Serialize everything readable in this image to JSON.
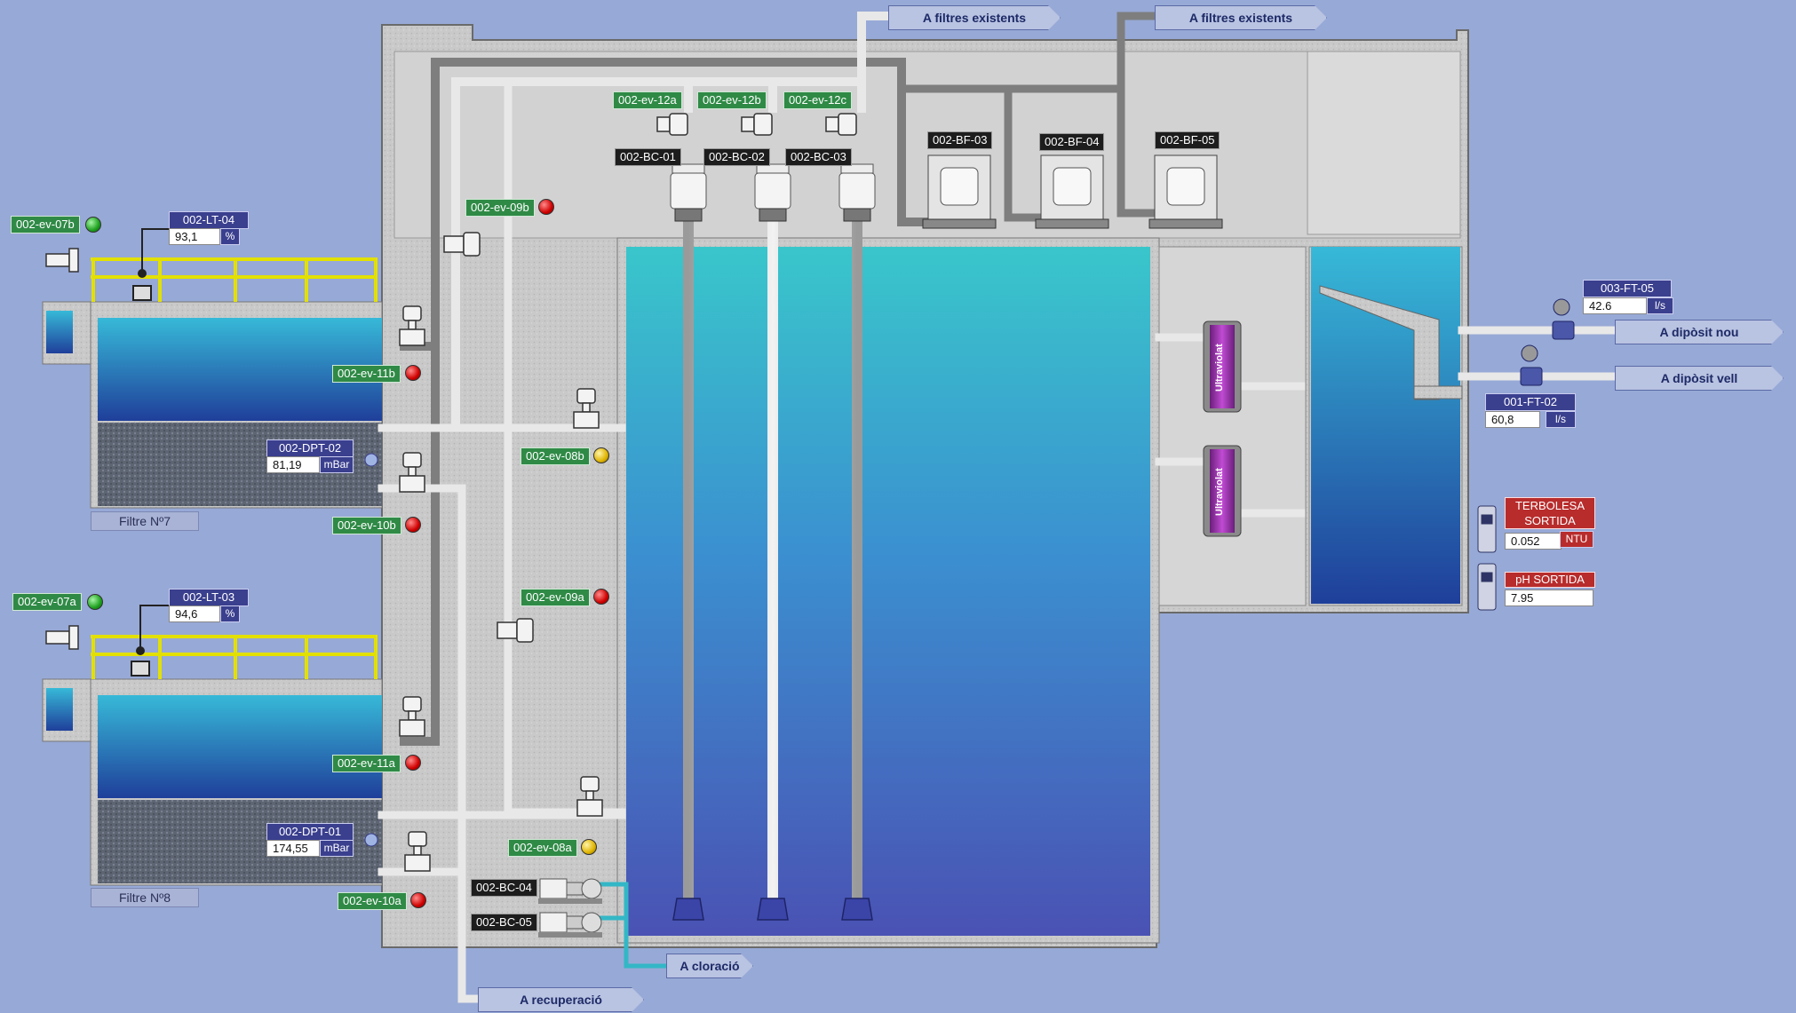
{
  "destinations": {
    "existing_filters_1": "A filtres existents",
    "existing_filters_2": "A filtres existents",
    "new_tank": "A dipòsit nou",
    "old_tank": "A dipòsit vell",
    "chlorination": "A cloració",
    "recovery": "A recuperació"
  },
  "filters": [
    {
      "name": "Filtre Nº7",
      "level_tag": "002-LT-04",
      "level_value": "93,1",
      "level_unit": "%",
      "level_fraction": 0.931,
      "dp_tag": "002-DPT-02",
      "dp_value": "81,19",
      "dp_unit": "mBar",
      "valve_top": "002-ev-07b",
      "valve_top_state": "green"
    },
    {
      "name": "Filtre Nº8",
      "level_tag": "002-LT-03",
      "level_value": "94,6",
      "level_unit": "%",
      "level_fraction": 0.946,
      "dp_tag": "002-DPT-01",
      "dp_value": "174,55",
      "dp_unit": "mBar",
      "valve_top": "002-ev-07a",
      "valve_top_state": "green"
    }
  ],
  "valves": [
    {
      "tag": "002-ev-11b",
      "state": "red"
    },
    {
      "tag": "002-ev-10b",
      "state": "red"
    },
    {
      "tag": "002-ev-11a",
      "state": "red"
    },
    {
      "tag": "002-ev-10a",
      "state": "red"
    },
    {
      "tag": "002-ev-09b",
      "state": "red"
    },
    {
      "tag": "002-ev-09a",
      "state": "red"
    },
    {
      "tag": "002-ev-08b",
      "state": "yellow"
    },
    {
      "tag": "002-ev-08a",
      "state": "yellow"
    },
    {
      "tag": "002-ev-12a",
      "state": "none"
    },
    {
      "tag": "002-ev-12b",
      "state": "none"
    },
    {
      "tag": "002-ev-12c",
      "state": "none"
    }
  ],
  "pumps": [
    "002-BC-01",
    "002-BC-02",
    "002-BC-03",
    "002-BC-04",
    "002-BC-05"
  ],
  "booster_filters": [
    "002-BF-03",
    "002-BF-04",
    "002-BF-05"
  ],
  "uv_units": [
    "Ultraviolat",
    "Ultraviolat"
  ],
  "flow_meters": [
    {
      "tag": "003-FT-05",
      "value": "42.6",
      "unit": "l/s"
    },
    {
      "tag": "001-FT-02",
      "value": "60,8",
      "unit": "l/s"
    }
  ],
  "analyzers": [
    {
      "title": "TERBOLESA SORTIDA",
      "value": "0.052",
      "unit": "NTU"
    },
    {
      "title": "pH SORTIDA",
      "value": "7.95",
      "unit": ""
    }
  ],
  "colors": {
    "background": "#97a9d6",
    "concrete": "#c7c7c7",
    "water_top": "#36c3c9",
    "water_bottom": "#4a55b5",
    "pipe": "#d9d9d9",
    "pipe_dark": "#8a8a8a",
    "railing": "#e5e200",
    "chlorine_pipe": "#33b7c6"
  }
}
